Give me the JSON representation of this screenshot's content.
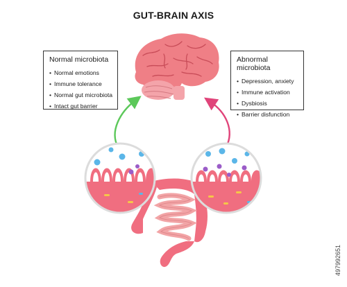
{
  "title": "GUT-BRAIN AXIS",
  "normal": {
    "heading": "Normal microbiota",
    "items": [
      "Normal emotions",
      "Immune tolerance",
      "Normal gut microbiota",
      "Intact gut barrier"
    ],
    "arrow_color": "#5cc85a"
  },
  "abnormal": {
    "heading": "Abnormal microbiota",
    "items": [
      "Depression, anxiety",
      "Immune activation",
      "Dysbiosis",
      "Barrier disfunction"
    ],
    "arrow_color": "#e0447a"
  },
  "stock_id": "497992651",
  "colors": {
    "brain": "#ef7f86",
    "cerebellum": "#f4a4aa",
    "intestine": "#f2a4a6",
    "villi": "#f06e80",
    "microbe_blue": "#5bb6e8",
    "microbe_purple": "#9b5cc8",
    "microbe_yellow": "#f5c748"
  },
  "icons": [
    "brain-icon",
    "intestine-icon",
    "magnifier-normal-gut",
    "magnifier-abnormal-gut"
  ]
}
